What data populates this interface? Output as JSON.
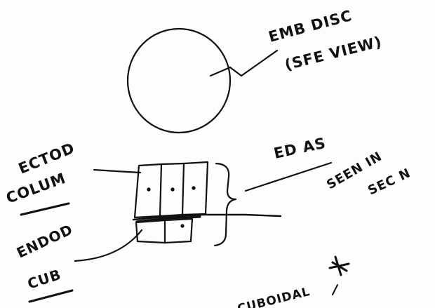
{
  "labels": {
    "emb_disc_line1": "EMB DISC",
    "emb_disc_line2": "(SFE VIEW)",
    "ed_as_line1": "ED AS",
    "ed_as_line2": "SEEN IN",
    "ed_as_line3": "SEC N",
    "ectod_line1": "ECTOD",
    "ectod_line2": "COLUM",
    "endod_line1": "ENDOD",
    "endod_line2": "CUB",
    "bottom_note": "CUBOIDAL"
  },
  "colors": {
    "ink": "#111111",
    "paper": "#fdfdfd"
  }
}
